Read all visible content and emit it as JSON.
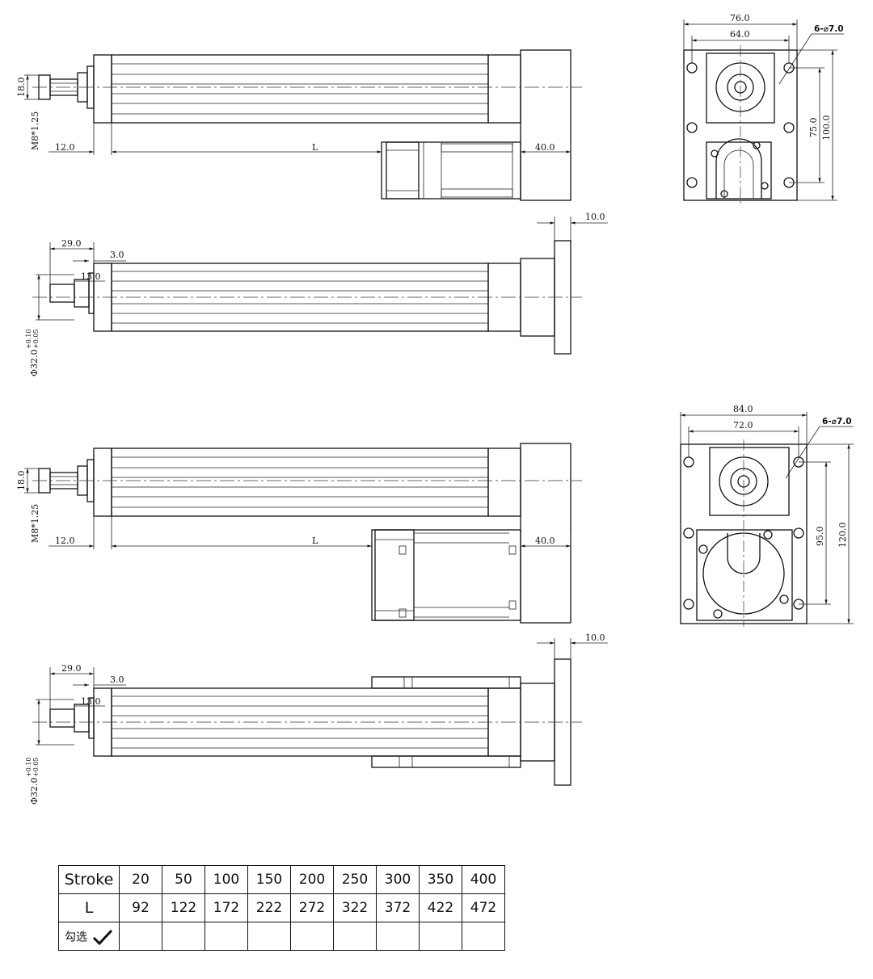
{
  "views": {
    "top_small": {
      "dim_shaft": "18.0",
      "dim_thread": "M8*1.25",
      "dim_left": "12.0",
      "dim_L": "L",
      "dim_right": "40.0"
    },
    "front_small": {
      "dim_a": "29.0",
      "dim_b": "3.0",
      "dim_c": "13.0",
      "dim_flange": "10.0",
      "dim_dia": "Φ32.0",
      "tol_up": "+0.10",
      "tol_dn": "+0.05"
    },
    "end_small": {
      "width_outer": "76.0",
      "width_inner": "64.0",
      "holes": "6-⌀7.0",
      "height_inner": "75.0",
      "height_outer": "100.0"
    },
    "top_large": {
      "dim_shaft": "18.0",
      "dim_thread": "M8*1.25",
      "dim_left": "12.0",
      "dim_L": "L",
      "dim_right": "40.0"
    },
    "front_large": {
      "dim_a": "29.0",
      "dim_b": "3.0",
      "dim_c": "13.0",
      "dim_flange": "10.0",
      "dim_dia": "Φ32.0",
      "tol_up": "+0.10",
      "tol_dn": "+0.05"
    },
    "end_large": {
      "width_outer": "84.0",
      "width_inner": "72.0",
      "holes": "6-⌀7.0",
      "height_inner": "95.0",
      "height_outer": "120.0"
    }
  },
  "table": {
    "row_stroke_label": "Stroke",
    "row_L_label": "L",
    "row_select_label": "勾选",
    "strokes": [
      "20",
      "50",
      "100",
      "150",
      "200",
      "250",
      "300",
      "350",
      "400"
    ],
    "lengths": [
      "92",
      "122",
      "172",
      "222",
      "272",
      "322",
      "372",
      "422",
      "472"
    ]
  }
}
